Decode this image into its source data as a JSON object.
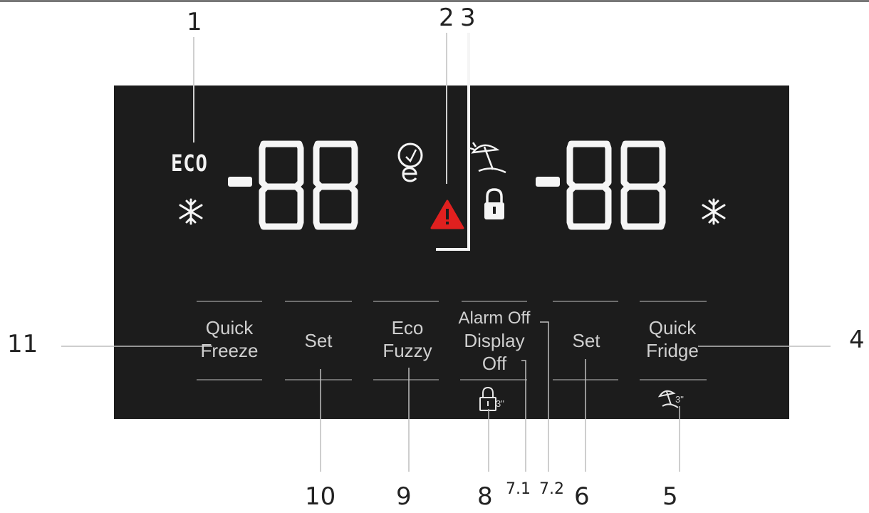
{
  "panel": {
    "eco_indicator": "ECO",
    "freezer_display": "-88",
    "fridge_display": "-88"
  },
  "buttons": {
    "quick_freeze": [
      "Quick",
      "Freeze"
    ],
    "set_left": "Set",
    "eco_fuzzy": [
      "Eco",
      "Fuzzy"
    ],
    "alarm_off": "Alarm Off",
    "display_off": [
      "Display",
      "Off"
    ],
    "set_right": "Set",
    "quick_fridge": [
      "Quick",
      "Fridge"
    ],
    "lock_hold_label": "3\"",
    "vacation_hold_label": "3\""
  },
  "callouts": {
    "c1": "1",
    "c2": "2",
    "c3": "3",
    "c4": "4",
    "c5": "5",
    "c6": "6",
    "c7_1": "7.1",
    "c7_2": "7.2",
    "c8": "8",
    "c9": "9",
    "c10": "10",
    "c11": "11"
  },
  "colors": {
    "panel": "#1c1c1c",
    "segment": "#f5f5f5",
    "button_text": "#cfcfcf",
    "alarm": "#e0201f",
    "leader": "#8a8a8a"
  }
}
